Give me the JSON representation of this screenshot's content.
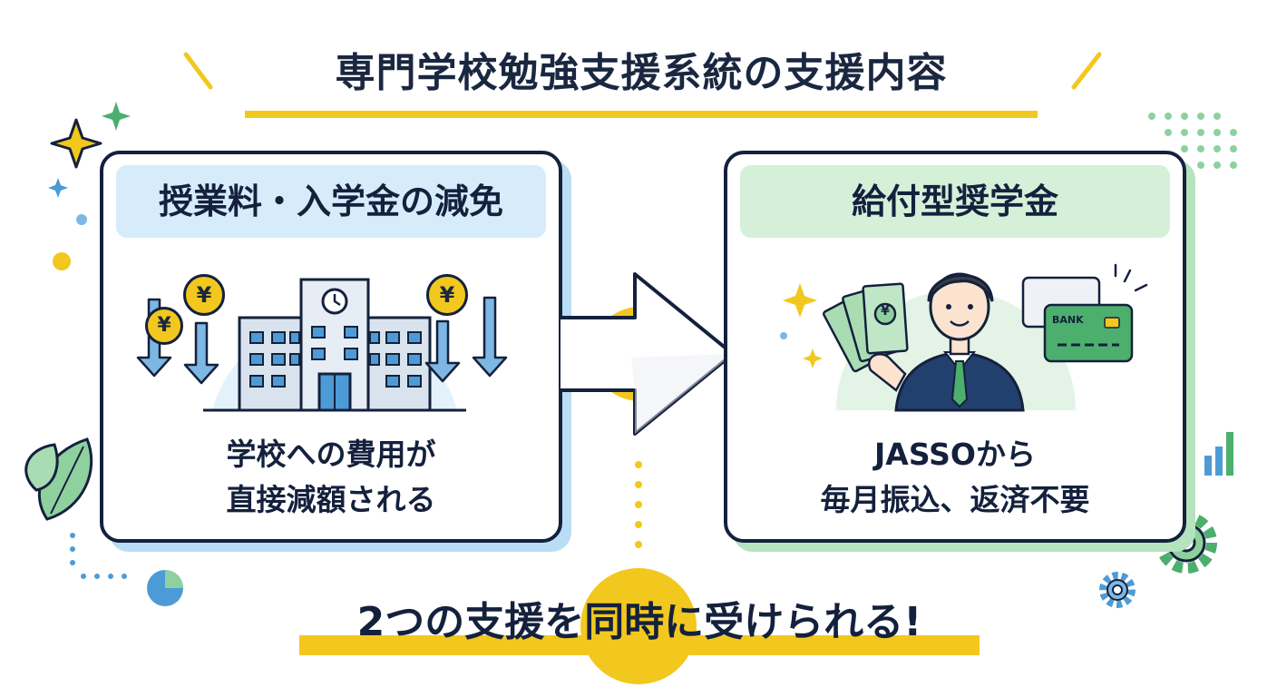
{
  "title": "専門学校勉強支援系統の支援内容",
  "left_card": {
    "heading": "授業料・入学金の減免",
    "body_line1": "学校への費用が",
    "body_line2": "直接減額される",
    "yen_symbol": "¥"
  },
  "right_card": {
    "heading": "給付型奨学金",
    "body_line1": "JASSOから",
    "body_line2": "毎月振込、返済不要",
    "bank_label": "BANK",
    "bill_symbol": "¥"
  },
  "banner": "2つの支援を同時に受けられる!",
  "colors": {
    "navy": "#14213d",
    "yellow": "#f2c81e",
    "light_blue": "#d6ecfb",
    "blue_shadow": "#b9ddf5",
    "light_green": "#d5f0d8",
    "green_shadow": "#b5e3bd",
    "accent_green": "#4caf6d",
    "accent_blue": "#4d9bd6"
  }
}
